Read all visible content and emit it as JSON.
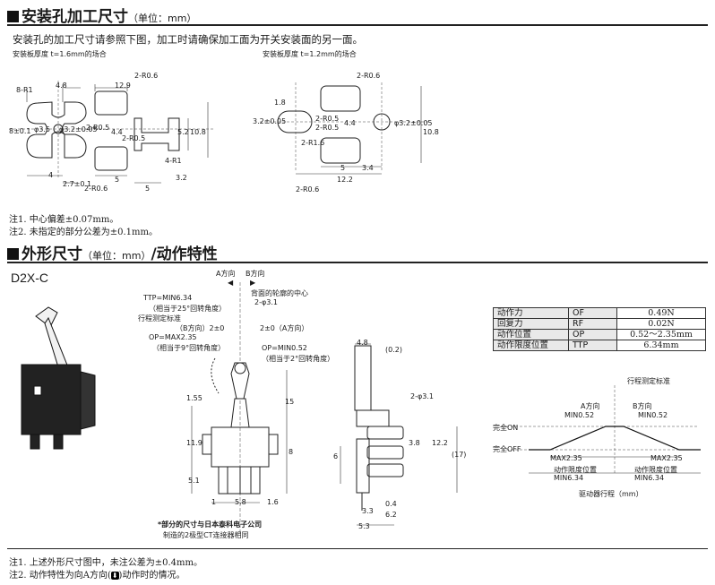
{
  "sec1": {
    "title": "安装孔加工尺寸",
    "unit": "（单位：mm）"
  },
  "intro": "安装孔的加工尺寸请参照下图，加工时请确保加工面为开关安装面的另一面。",
  "fig_left": {
    "caption": "安装板厚度 t=1.6mm的场合",
    "labels": [
      "8-R1",
      "4.8",
      "12.9",
      "2-R0.6",
      "8±0.1",
      "φ3.5",
      "φ3.2±0.05",
      "2-R0.5",
      "4.4",
      "2-R0.5",
      "5.2",
      "10.8",
      "4-R1",
      "4",
      "2.7±0.1",
      "5",
      "2-R0.6",
      "5",
      "3.2"
    ]
  },
  "fig_right": {
    "caption": "安装板厚度 t=1.2mm的场合",
    "labels": [
      "2-R0.6",
      "1.8",
      "3.2±0.05",
      "2-R0.5",
      "4.4",
      "2-R0.5",
      "φ3.2±0.05",
      "10.8",
      "2-R1.6",
      "5",
      "3.4",
      "12.2",
      "2-R0.6"
    ]
  },
  "notes1": [
    "注1.  中心偏差±0.07mm。",
    "注2.  未指定的部分公差为±0.1mm。"
  ],
  "sec2": {
    "title": "外形尺寸",
    "unit": "（单位：mm）",
    "suffix": "/动作特性"
  },
  "model": "D2X-C",
  "front_view": {
    "dir_a": "A方向",
    "dir_b": "B方向",
    "ttp": "TTP=MIN6.34",
    "ttp_note": "（相当于25°回转角度）",
    "ref_line": "行程测定标准",
    "b_dir": "（B方向）2±0",
    "op": "OP=MAX2.35",
    "op_note": "（相当于9°回转角度）",
    "back_center": "背面的轮廓的中心",
    "hole": "2-φ3.1",
    "a_dir": "2±0（A方向）",
    "opmin": "OP=MIN0.52",
    "opmin_note": "（相当于2°回转角度）",
    "dims": [
      "1.55",
      "15",
      "11.9",
      "8",
      "5.1",
      "1",
      "5.8",
      "1.6"
    ],
    "footnote1": "*部分的尺寸与日本泰科电子公司",
    "footnote2": "制造的2极型CT连接器相同"
  },
  "side_view": {
    "dims": [
      "4.8",
      "(0.2)",
      "2-φ3.1",
      "3.8",
      "12.2",
      "(17)",
      "6",
      "0.4",
      "3.3",
      "6.2",
      "5.3"
    ]
  },
  "spec_table": [
    {
      "label": "动作力",
      "sym": "OF",
      "val": "0.49N"
    },
    {
      "label": "回复力",
      "sym": "RF",
      "val": "0.02N"
    },
    {
      "label": "动作位置",
      "sym": "OP",
      "val": "0.52～2.35mm"
    },
    {
      "label": "动作限度位置",
      "sym": "TTP",
      "val": "6.34mm"
    }
  ],
  "char_chart": {
    "ref": "行程测定标准",
    "dir_a": "A方向",
    "dir_b": "B方向",
    "min_left": "MIN0.52",
    "min_right": "MIN0.52",
    "on": "完全ON",
    "off": "完全OFF",
    "max_left": "MAX2.35",
    "max_right": "MAX2.35",
    "ttp_left_a": "动作限度位置",
    "ttp_left_b": "MIN6.34",
    "ttp_right_a": "动作限度位置",
    "ttp_right_b": "MIN6.34",
    "xlabel": "驱动器行程（mm）"
  },
  "notes2": [
    "注1.  上述外形尺寸图中，未注公差为±0.4mm。",
    "注2.  动作特性为向A方向(",
    ")动作时的情况。"
  ]
}
